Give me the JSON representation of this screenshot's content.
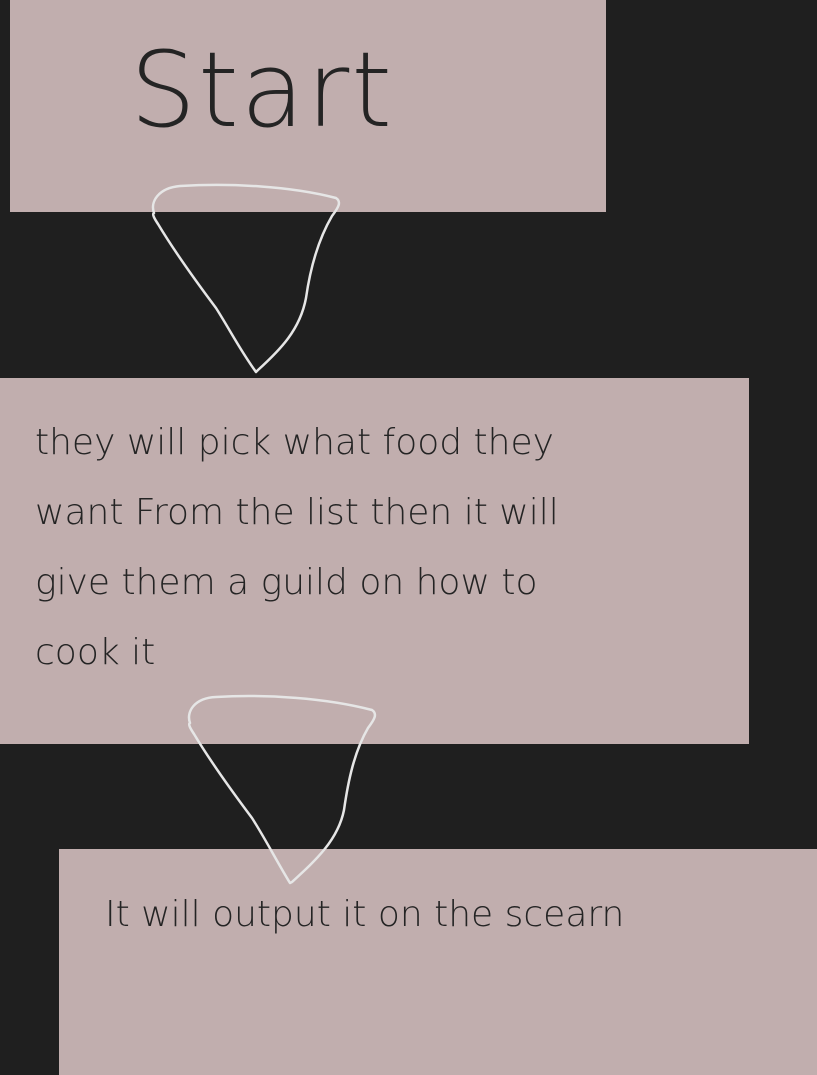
{
  "colors": {
    "background": "#1f1f1f",
    "box_fill": "#c1aeae",
    "text": "#242424",
    "arrow_stroke": "#e6e6e6"
  },
  "nodes": {
    "start": {
      "text": "Start"
    },
    "pick": {
      "text": "they will pick what food they want From the list then it will give them a guild on how to cook it"
    },
    "output": {
      "text": "It will output it on the scearn"
    }
  },
  "connectors": [
    {
      "from": "start",
      "to": "pick",
      "shape": "hand-drawn-down-triangle"
    },
    {
      "from": "pick",
      "to": "output",
      "shape": "hand-drawn-down-triangle"
    }
  ]
}
